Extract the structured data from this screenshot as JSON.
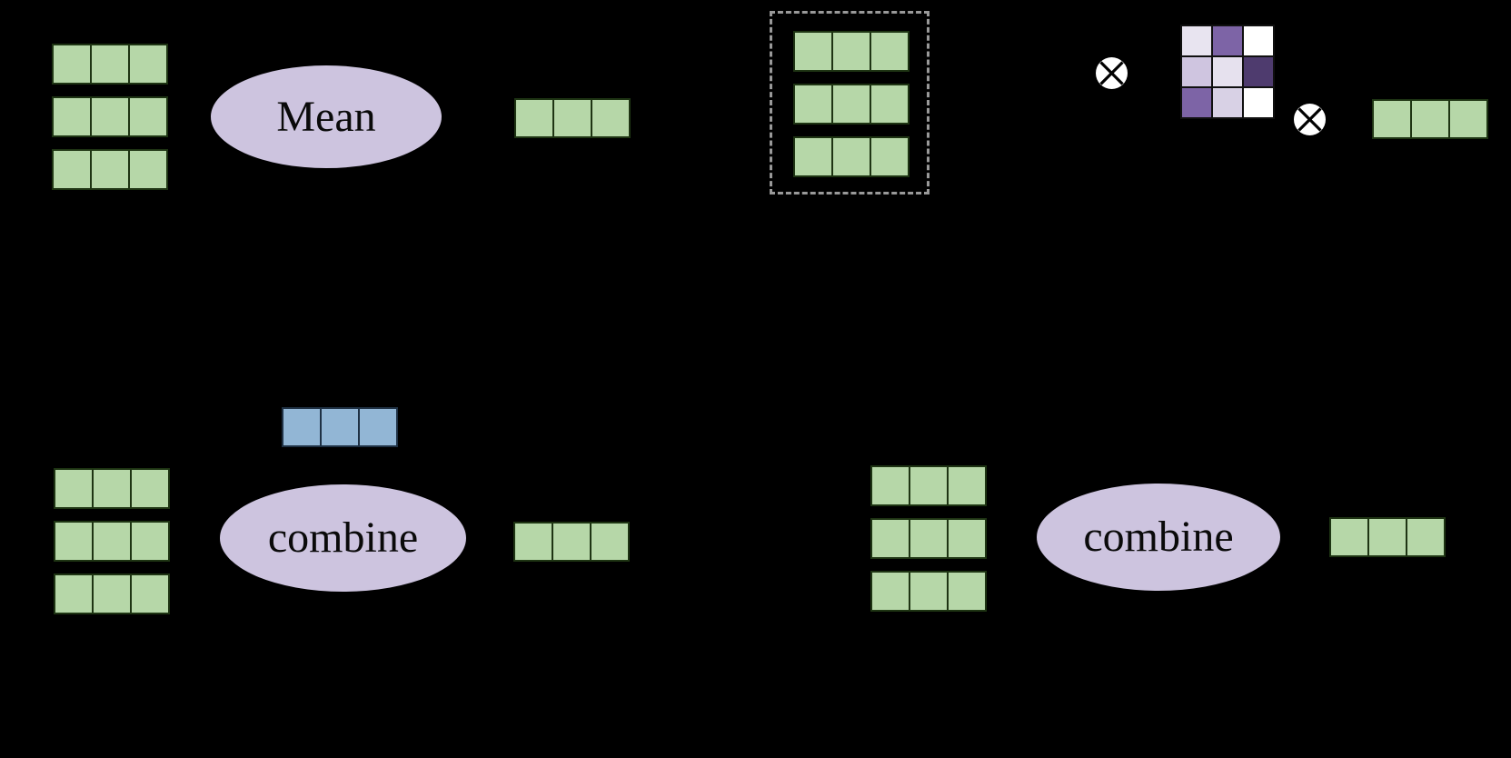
{
  "figure": {
    "kind": "aggregation-methods-diagram",
    "background": "#000000"
  },
  "colors": {
    "background": "#000000",
    "green_fill": "#b6d7a8",
    "green_stroke": "#1e3413",
    "blue_fill": "#92b6d5",
    "blue_stroke": "#1f3144",
    "ellipse_fill": "#cdc4df",
    "att_stroke": "#101010",
    "dash_stroke": "#999999",
    "otimes_bg": "#ffffff",
    "otimes_x": "#000000",
    "label_color": "#0a0a0a"
  },
  "icons": {
    "otimes": "⊗"
  },
  "panels": {
    "mean": {
      "operator_label": "Mean",
      "input_matrix": {
        "rows": 3,
        "cols": 3,
        "style": "green"
      },
      "output_vector": {
        "rows": 1,
        "cols": 3,
        "style": "green"
      }
    },
    "attention": {
      "node_matrix": {
        "rows": 3,
        "cols": 3,
        "style": "green"
      },
      "weight_matrix": {
        "rows": 3,
        "cols": 3,
        "style": "att",
        "cell_colors": [
          "#e8e4f0",
          "#7d64a6",
          "#ffffff",
          "#cfc5e0",
          "#e6e1ee",
          "#4e3b6e",
          "#7d64a6",
          "#d8d1e5",
          "#ffffff"
        ]
      },
      "output_vector": {
        "rows": 1,
        "cols": 3,
        "style": "green"
      }
    },
    "combine_left": {
      "operator_label": "combine",
      "weight_vector": {
        "rows": 1,
        "cols": 3,
        "style": "blue"
      },
      "input_matrix": {
        "rows": 3,
        "cols": 3,
        "style": "green"
      },
      "output_vector": {
        "rows": 1,
        "cols": 3,
        "style": "green"
      }
    },
    "combine_right": {
      "operator_label": "combine",
      "input_matrix": {
        "rows": 3,
        "cols": 3,
        "style": "green"
      },
      "output_vector": {
        "rows": 1,
        "cols": 3,
        "style": "green"
      }
    }
  }
}
